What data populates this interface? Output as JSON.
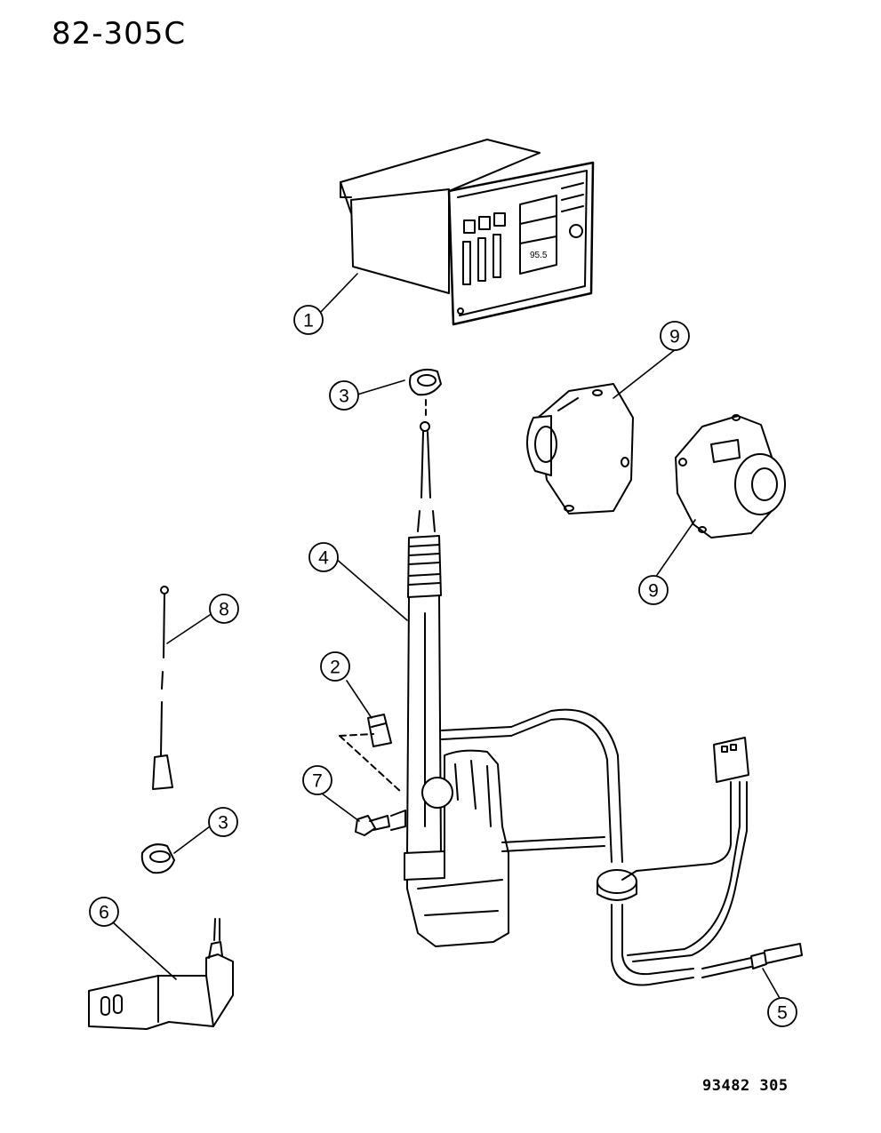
{
  "header": {
    "sheet_code": "82-305C"
  },
  "footer": {
    "figure_code": "93482 305"
  },
  "radio": {
    "display_text": "95.5"
  },
  "callouts": [
    {
      "id": "callout-1",
      "label": "1"
    },
    {
      "id": "callout-2",
      "label": "2"
    },
    {
      "id": "callout-3a",
      "label": "3"
    },
    {
      "id": "callout-3b",
      "label": "3"
    },
    {
      "id": "callout-4",
      "label": "4"
    },
    {
      "id": "callout-5",
      "label": "5"
    },
    {
      "id": "callout-6",
      "label": "6"
    },
    {
      "id": "callout-7",
      "label": "7"
    },
    {
      "id": "callout-8",
      "label": "8"
    },
    {
      "id": "callout-9a",
      "label": "9"
    },
    {
      "id": "callout-9b",
      "label": "9"
    }
  ]
}
